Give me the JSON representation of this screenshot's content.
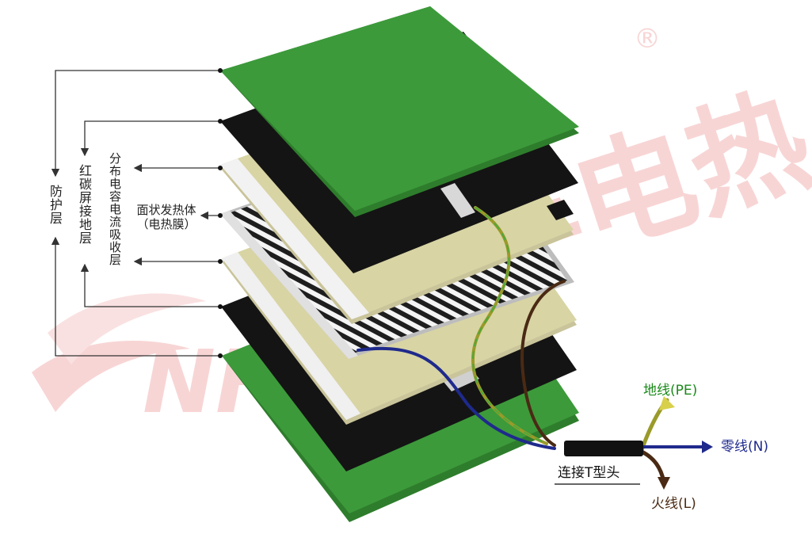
{
  "watermark": {
    "brand_cn": "暖丰电热",
    "brand_latin": "NF",
    "registered": "®",
    "color": "#f3b3b3"
  },
  "layer_labels": {
    "protective": "防护层",
    "carbon_ground": "红碳屏接地层",
    "capacitive": "分布电容电流吸收层",
    "heater_line1": "面状发热体",
    "heater_line2": "（电热膜）"
  },
  "connector": {
    "label": "连接T型头"
  },
  "wires": {
    "ground": {
      "label": "地线(PE)",
      "color": "#1a8a1a"
    },
    "neutral": {
      "label": "零线(N)",
      "color": "#1f2a8c"
    },
    "live": {
      "label": "火线(L)",
      "color": "#4a2a14"
    }
  },
  "colors": {
    "green_board": "#3c9a3a",
    "black_layer": "#141414",
    "khaki_layer": "#d8d4a4",
    "film_stripe": "#222222"
  }
}
